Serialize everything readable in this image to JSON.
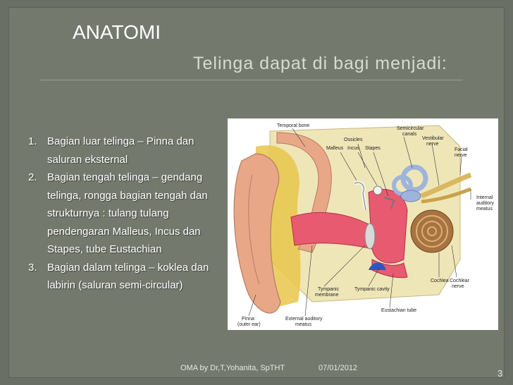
{
  "slide": {
    "title": "ANATOMI",
    "subtitle": "Telinga dapat di bagi menjadi:",
    "list": [
      {
        "num": "1.",
        "lines": [
          "Bagian luar telinga – Pinna dan",
          "saluran eksternal"
        ]
      },
      {
        "num": "2.",
        "lines": [
          "Bagian tengah telinga – gendang",
          "telinga, rongga bagian tengah dan",
          "strukturnya :  tulang tulang",
          "pendengaran Malleus, Incus dan",
          "Stapes, tube Eustachian"
        ]
      },
      {
        "num": "3.",
        "lines": [
          "Bagian dalam telinga – koklea dan",
          "labirin (saluran semi-circular)"
        ]
      }
    ],
    "footer": {
      "author": "OMA by Dr,T,Yohanita, SpTHT",
      "date": "07/01/2012",
      "page": "3"
    }
  },
  "figure": {
    "labels": {
      "temporal_bone": "Temporal bone",
      "ossicles": "Ossicles",
      "malleus": "Malleus",
      "incus": "Incus",
      "stapes": "Stapes",
      "semicircular": "Semicircular",
      "canals": "canals",
      "vestibular": "Vestibular",
      "nerve": "nerve",
      "facial": "Facial",
      "internal": "Internal",
      "auditory": "auditory",
      "meatus": "meatus",
      "cochlea": "Cochlea",
      "cochlear": "Cochlear",
      "tympanic": "Tympanic",
      "membrane": "membrane",
      "tympanic_cavity": "Tympanic cavity",
      "eustachian_tube": "Eustachian tube",
      "pinna": "Pinna",
      "outer_ear": "(outer ear)",
      "external_auditory": "External auditory"
    }
  },
  "colors": {
    "background": "#6a6f65",
    "accent_text": "#d8dccf",
    "skin": "#e8a888",
    "bone": "#efe6b8",
    "fat": "#e8c64a",
    "canal": "#e85a70",
    "cochlea": "#a8733f",
    "labyrinth": "#9fb4dc",
    "eustachian": "#2a57c8"
  }
}
